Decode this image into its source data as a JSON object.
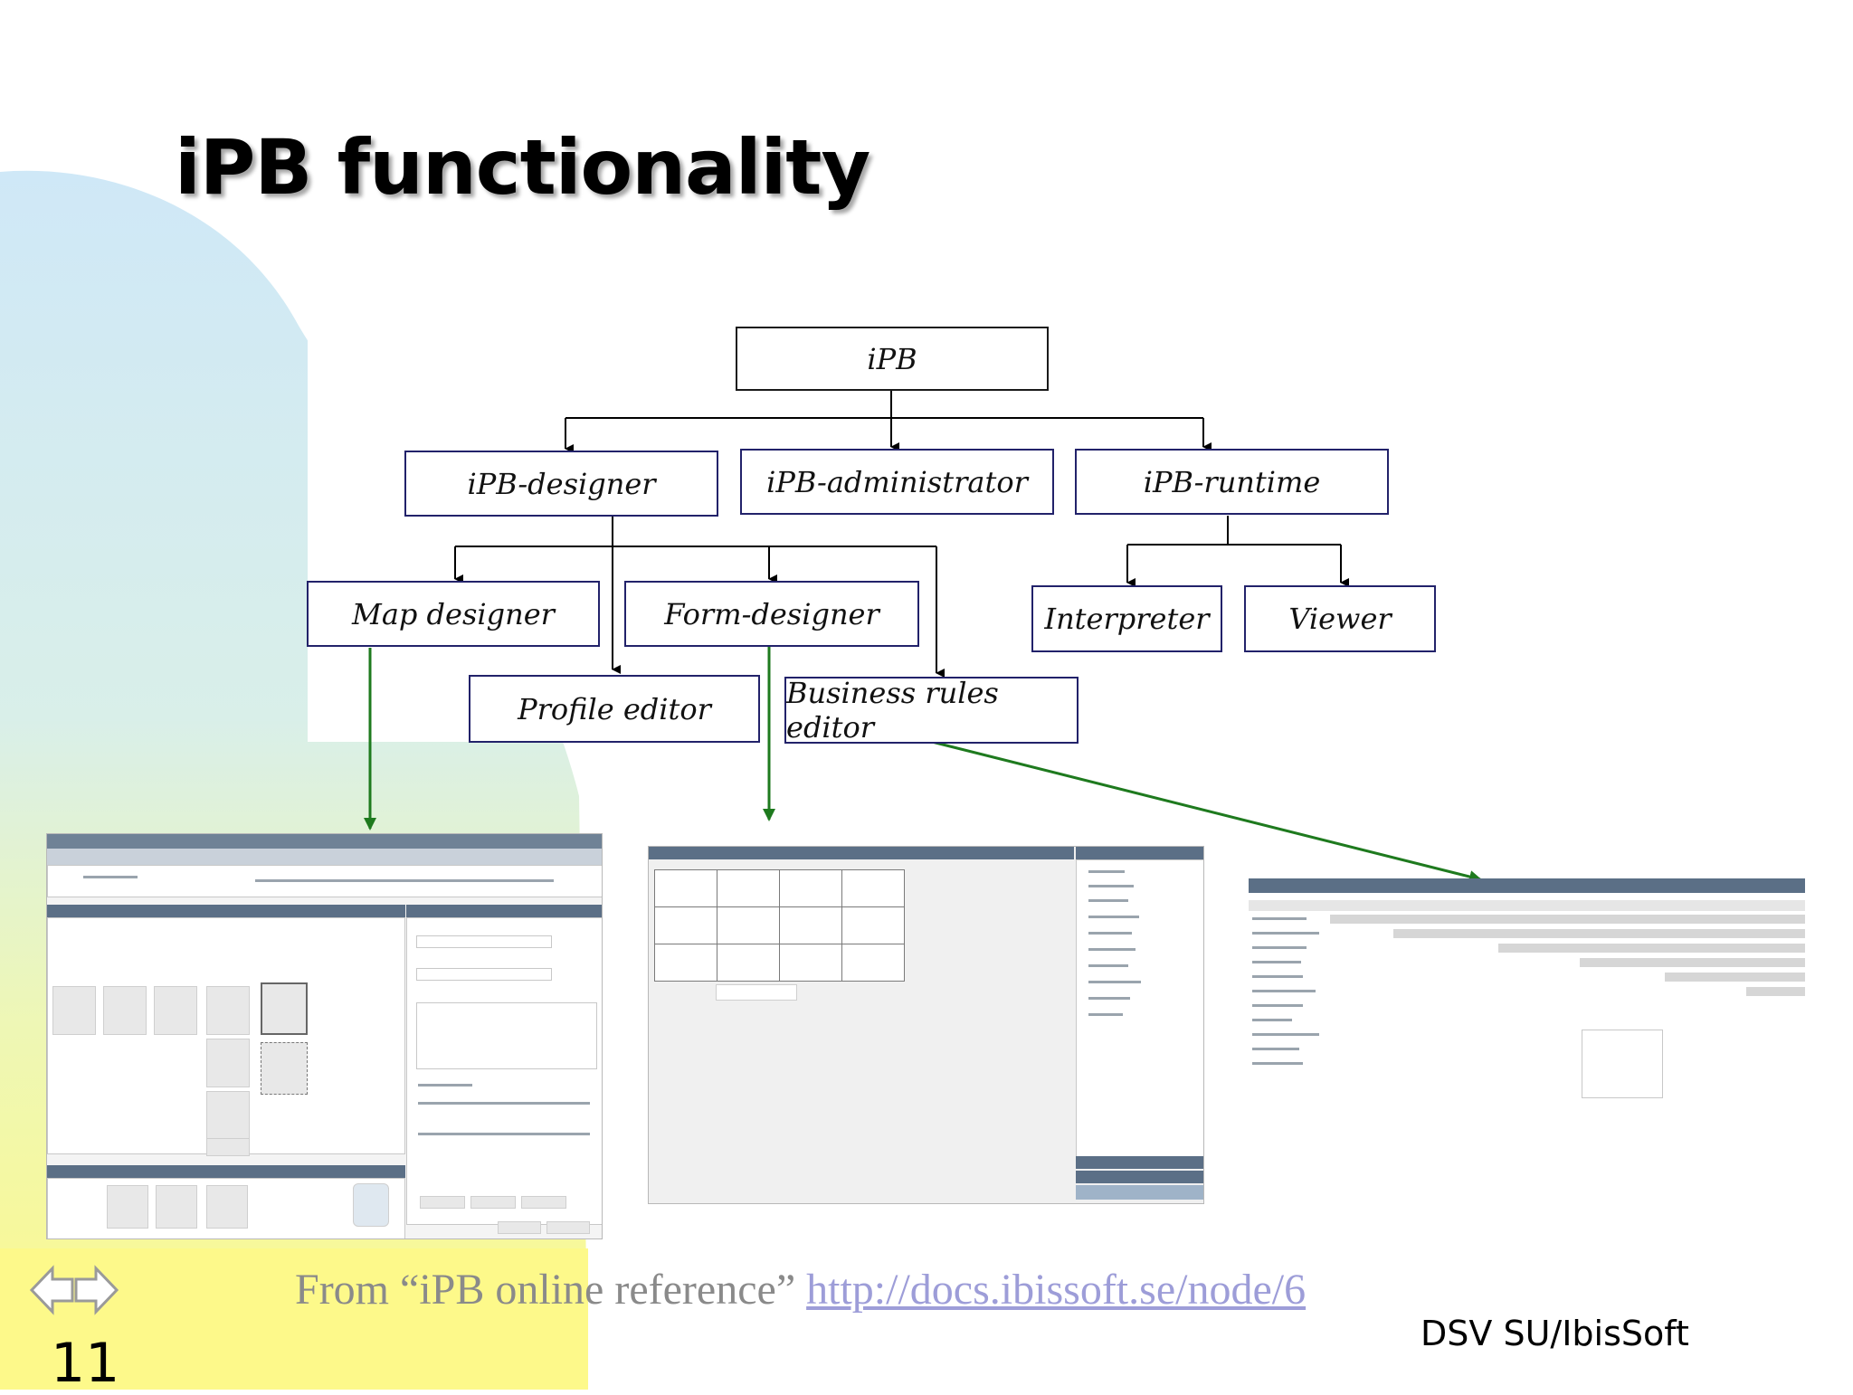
{
  "slide": {
    "title": "iPB functionality",
    "page_number": "11",
    "footer_from": "From “iPB online reference”",
    "footer_link": "http://docs.ibissoft.se/node/6",
    "footer_org": "DSV SU/IbisSoft"
  },
  "diagram": {
    "root": "iPB",
    "level1": [
      "iPB-designer",
      "iPB-administrator",
      "iPB-runtime"
    ],
    "designer_children": [
      "Map designer",
      "Form-designer",
      "Profile editor",
      "Business rules editor"
    ],
    "runtime_children": [
      "Interpreter",
      "Viewer"
    ]
  },
  "colors": {
    "arrow_green": "#1e7a1e",
    "box_border_blue": "#22226a",
    "bg_blue": "#cfe6f5",
    "bg_yellow": "#fdf98a"
  },
  "icons": {
    "nav_back": "arrow-left-icon",
    "nav_forward": "arrow-right-icon"
  }
}
